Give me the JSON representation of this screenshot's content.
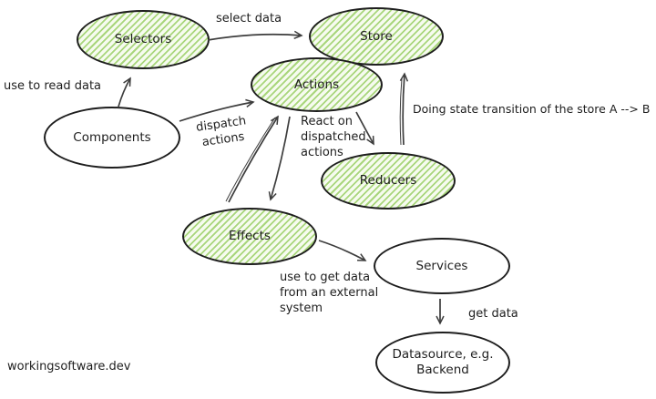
{
  "diagram": {
    "kind": "hand-drawn flow diagram (state management / NgRx data flow)",
    "background": "#ffffff"
  },
  "colors": {
    "node_stroke": "#1e1e1e",
    "green_hatch": "#a9d67c",
    "green_hatch_gap": "#f6fbef",
    "white_fill": "#ffffff",
    "arrow": "#3d3d3d",
    "text": "#1e1e1e"
  },
  "nodes": [
    {
      "label": "Selectors",
      "fill": "green"
    },
    {
      "label": "Store",
      "fill": "green"
    },
    {
      "label": "Actions",
      "fill": "green"
    },
    {
      "label": "Components",
      "fill": "white"
    },
    {
      "label": "Reducers",
      "fill": "green"
    },
    {
      "label": "Effects",
      "fill": "green"
    },
    {
      "label": "Services",
      "fill": "white"
    },
    {
      "label": "Datasource, e.g.\nBackend",
      "fill": "white"
    }
  ],
  "edges": [
    {
      "from": "Selectors",
      "to": "Store",
      "label": "select data"
    },
    {
      "from": "Components",
      "to": "Selectors",
      "label": "use to read data"
    },
    {
      "from": "Components",
      "to": "Actions",
      "label": "dispatch\nactions"
    },
    {
      "from": "Actions",
      "to": "Reducers",
      "label": "React on\ndispatched\nactions"
    },
    {
      "from": "Reducers",
      "to": "Store",
      "label": "Doing state transition of the store A --> B"
    },
    {
      "from": "Effects",
      "to": "Actions",
      "label": ""
    },
    {
      "from": "Actions",
      "to": "Effects",
      "label": ""
    },
    {
      "from": "Effects",
      "to": "Services",
      "label": "use to get data\nfrom an external\nsystem"
    },
    {
      "from": "Services",
      "to": "Datasource",
      "label": "get data"
    }
  ],
  "watermark": "workingsoftware.dev"
}
